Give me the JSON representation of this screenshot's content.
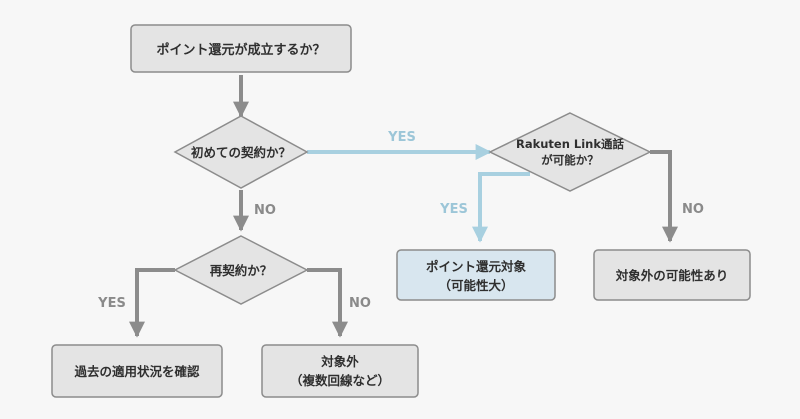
{
  "nodes": {
    "start": {
      "text": "ポイント還元が成立するか？"
    },
    "first_contract": {
      "text": "初めての契約か？"
    },
    "re_contract": {
      "text": "再契約か？"
    },
    "rakuten_link": {
      "line1": "Rakuten Link通話",
      "line2": "が可能か？"
    },
    "check_history": {
      "text": "過去の適用状況を確認"
    },
    "not_applicable": {
      "line1": "対象外",
      "line2": "（複数回線など）"
    },
    "eligible": {
      "line1": "ポイント還元対象",
      "line2": "（可能性大）"
    },
    "likely_ineligible": {
      "text": "対象外の可能性あり"
    }
  },
  "edges": {
    "first_yes": "YES",
    "first_no": "NO",
    "re_yes": "YES",
    "re_no": "NO",
    "rakuten_yes": "YES",
    "rakuten_no": "NO"
  },
  "colors": {
    "background": "#f7f7f7",
    "box_gray": "#e4e4e4",
    "box_blue": "#d8e6ef",
    "border_gray": "#8c8c8c",
    "arrow_gray": "#8c8c8c",
    "arrow_blue": "#a8d0e0"
  }
}
